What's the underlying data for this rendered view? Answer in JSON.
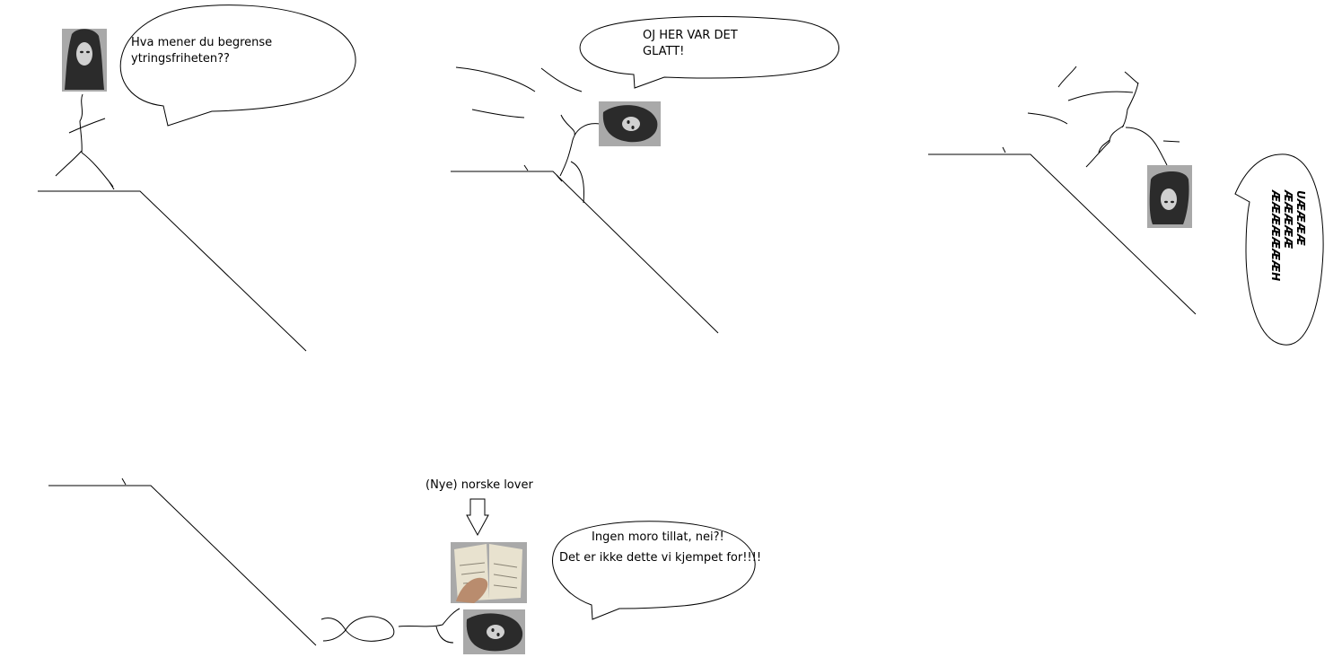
{
  "panels": {
    "panel1": {
      "speech": "Hva mener du begrense ytringsfriheten??"
    },
    "panel2": {
      "speech": "OJ HER VAR DET GLATT!"
    },
    "panel3": {
      "speech_lines": [
        "UÆÆÆÆ",
        "ÆÆÆÆÆ",
        "ÆÆÆÆÆÆÆH"
      ]
    },
    "panel4": {
      "caption": "(Nye) norske lover",
      "speech_line1": "Ingen moro tillat, nei?!",
      "speech_line2": "Det er ikke dette vi kjempet for!!!!"
    }
  },
  "colors": {
    "ink": "#000000",
    "photo_gray": "#a9a9a9",
    "photo_dark": "#2b2b2b",
    "book": "#e8e2cf"
  }
}
